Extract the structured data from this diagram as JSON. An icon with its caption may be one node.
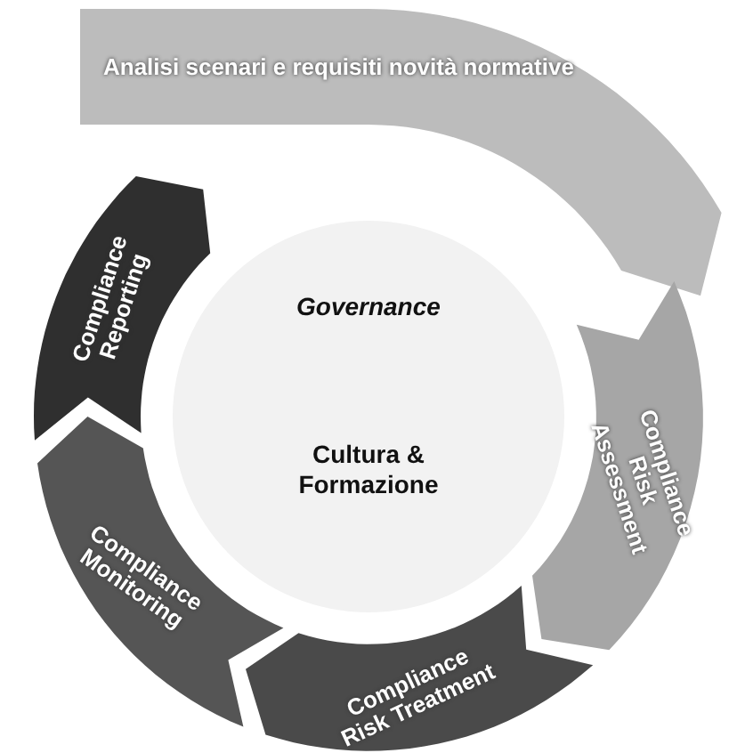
{
  "diagram": {
    "nodes": [
      {
        "text": [
          "Analisi scenari e requisiti novità normative"
        ]
      },
      {
        "text": [
          "Compliance Risk Assessment"
        ]
      },
      {
        "text": [
          "Compliance Risk Treatment"
        ]
      },
      {
        "text": [
          "Compliance Monitoring"
        ]
      },
      {
        "text": [
          "Compliance Reporting"
        ]
      },
      {
        "text": [
          "Governance",
          "Cultura & Formazione"
        ]
      }
    ]
  }
}
